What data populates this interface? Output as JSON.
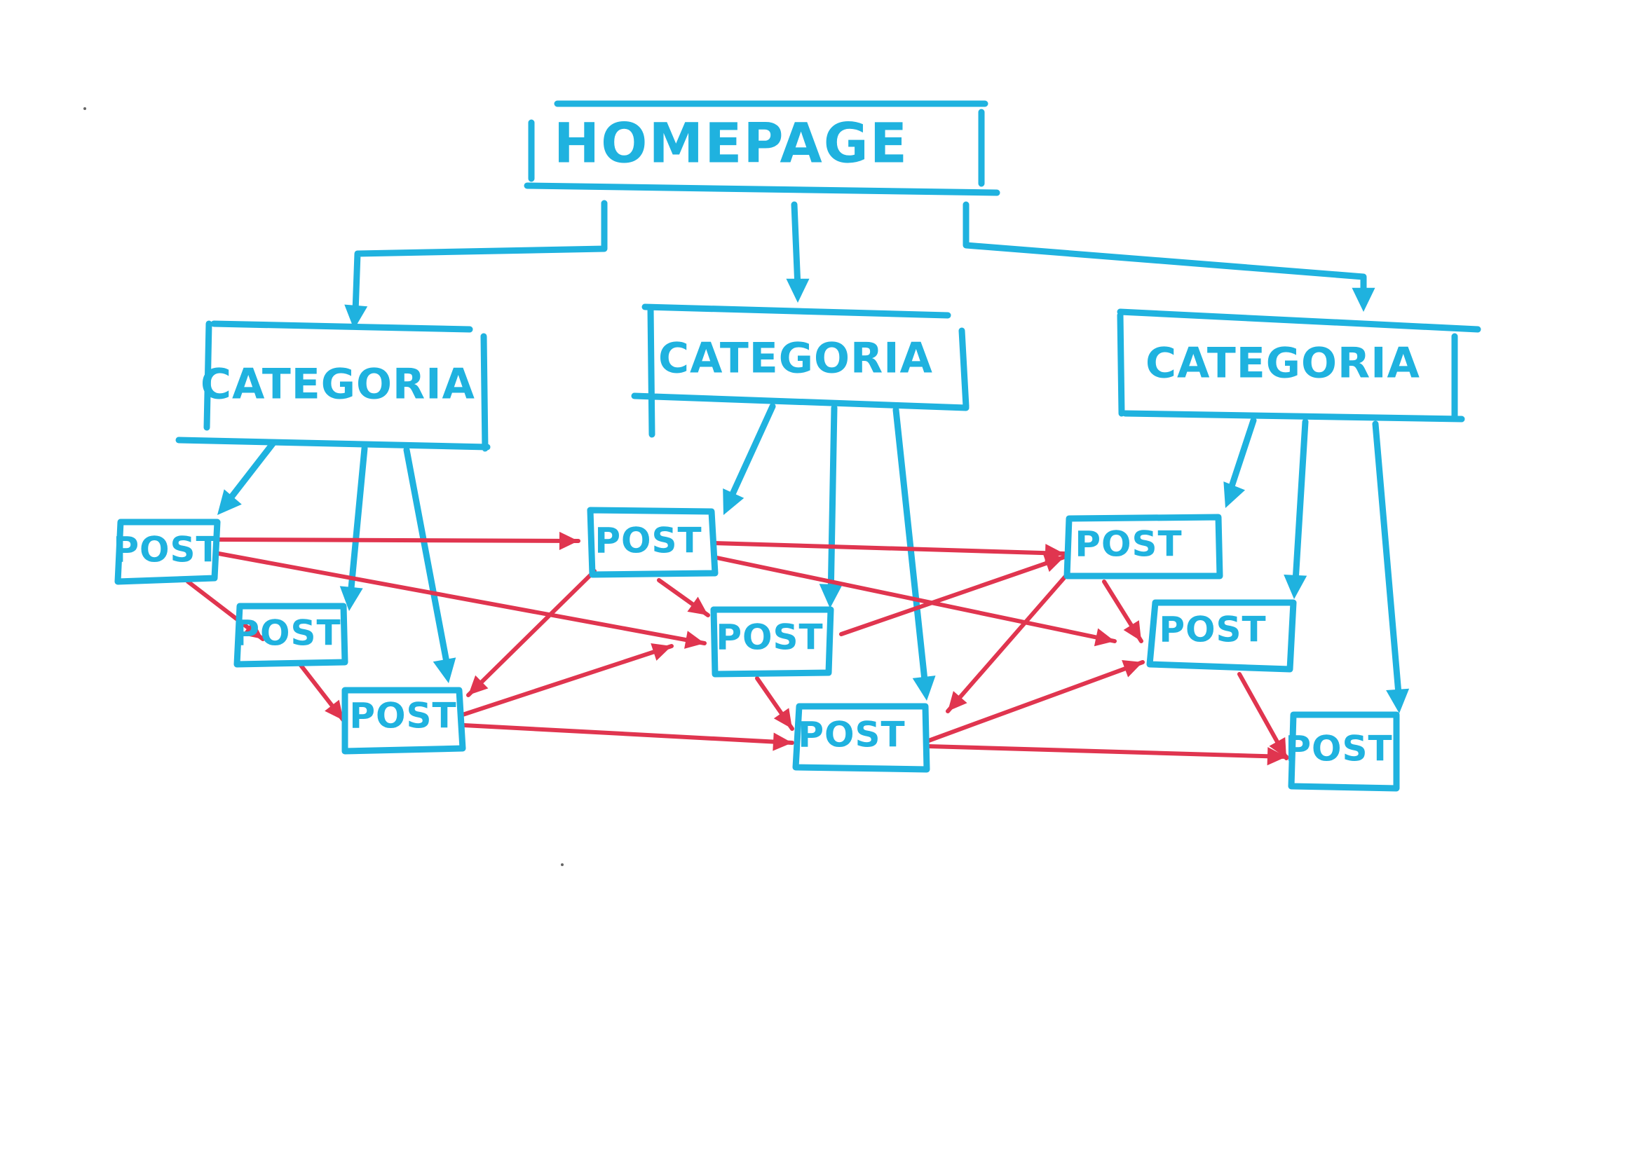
{
  "colors": {
    "hierarchy": "#1fb2df",
    "internal_links": "#e0354f"
  },
  "homepage": {
    "label": "HOMEPAGE"
  },
  "categories": [
    {
      "label": "CATEGORIA"
    },
    {
      "label": "CATEGORIA"
    },
    {
      "label": "CATEGORIA"
    }
  ],
  "posts": [
    {
      "label": "POST",
      "category": 0
    },
    {
      "label": "POST",
      "category": 0
    },
    {
      "label": "POST",
      "category": 0
    },
    {
      "label": "POST",
      "category": 1
    },
    {
      "label": "POST",
      "category": 1
    },
    {
      "label": "POST",
      "category": 1
    },
    {
      "label": "POST",
      "category": 2
    },
    {
      "label": "POST",
      "category": 2
    },
    {
      "label": "POST",
      "category": 2
    }
  ]
}
